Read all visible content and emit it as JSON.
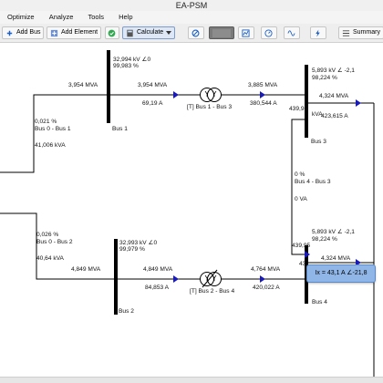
{
  "window": {
    "title": "EA-PSM"
  },
  "menu": [
    "Optimize",
    "Analyze",
    "Tools",
    "Help"
  ],
  "toolbar": {
    "add_bus": "Add Bus",
    "add_element": "Add Element",
    "calculate": "Calculate",
    "summary": "Summary"
  },
  "diagram": {
    "bus1": {
      "name": "Bus 1",
      "voltage": "32,994 kV ∠0",
      "percent": "99,983 %"
    },
    "bus2": {
      "name": "Bus 2",
      "voltage": "32,993 kV ∠0",
      "percent": "99,979 %"
    },
    "bus3": {
      "name": "Bus 3",
      "voltage": "5,893 kV ∠ -2,1",
      "percent": "98,224 %"
    },
    "bus4": {
      "name": "Bus 4",
      "voltage": "5,893 kV ∠ -2,1",
      "percent": "98,224 %"
    },
    "line01": {
      "name": "Bus 0 - Bus 1",
      "loss": "0,021 %",
      "power": "41,006 kVA",
      "flow": "3,954 MVA"
    },
    "line02": {
      "name": "Bus 0 - Bus 2",
      "loss": "0,026 %",
      "power": "40,64 kVA",
      "flow": "4,849 MVA"
    },
    "t13": {
      "name": "[T] Bus 1 - Bus 3",
      "mva_in": "3,954 MVA",
      "amp_in": "69,19 A",
      "mva_out": "3,885 MVA",
      "amp_out": "380,544 A"
    },
    "t24": {
      "name": "[T] Bus 2 - Bus 4",
      "mva_in": "4,849 MVA",
      "amp_in": "84,853 A",
      "mva_out": "4,764 MVA",
      "amp_out": "420,022 A"
    },
    "bus3_out": {
      "mva": "4,324 MVA",
      "amp": "423,615 A",
      "kva_side": "439,95",
      "kva_unit": "kVA"
    },
    "line34": {
      "name": "Bus 4 - Bus 3",
      "loss": "0 %",
      "power": "0 VA"
    },
    "bus4_out": {
      "mva": "4,324 MVA",
      "kva_side": "439,95",
      "partial": "43"
    }
  },
  "tooltip": {
    "text": "Ix = 43,1 A ∠-21,8"
  }
}
